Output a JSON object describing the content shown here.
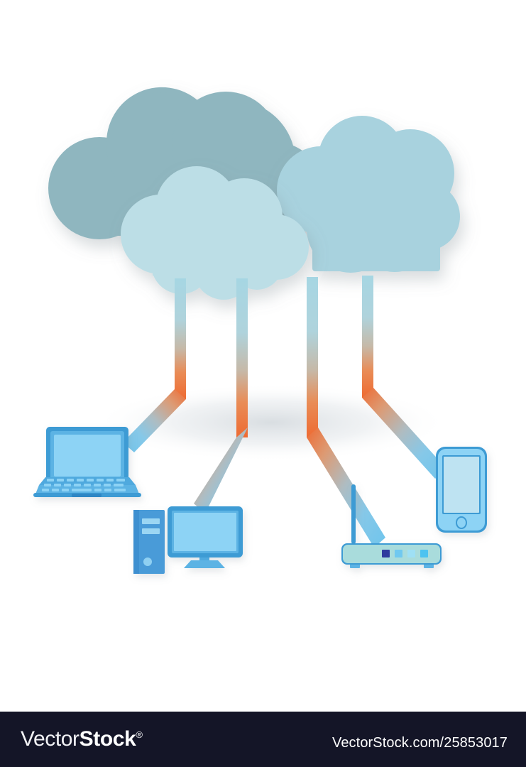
{
  "artwork": {
    "title": "Cloud computing network connection diagram",
    "background_color": "#ffffff",
    "clouds": [
      {
        "name": "back-cloud",
        "color": "#8FB6BF",
        "label": "cloud-back"
      },
      {
        "name": "right-cloud",
        "color": "#A8D2DE",
        "label": "cloud-right"
      },
      {
        "name": "front-cloud",
        "color": "#BCDEE6",
        "label": "cloud-front"
      }
    ],
    "cables": {
      "count": 4,
      "top_color": "#A8D5E2",
      "mid_color": "#E8734A",
      "bottom_color": "#7FCCEC",
      "description": "gradient ribbon connectors from clouds to devices"
    },
    "devices": [
      {
        "name": "laptop",
        "label": "Laptop",
        "frame_color": "#3E9BD4",
        "screen_color": "#8DD3F5",
        "body_color": "#5BB3E4"
      },
      {
        "name": "desktop-computer",
        "label": "Desktop computer",
        "tower_color": "#4A9BD8",
        "monitor_frame_color": "#3E9BD4",
        "screen_color": "#8DD3F5"
      },
      {
        "name": "router",
        "label": "Wireless router",
        "body_color": "#A9DCDC",
        "outline_color": "#3E9BD4",
        "antenna_color": "#3E9BD4",
        "leds": [
          "#2E3B9E",
          "#6FC9F0",
          "#9FE0F5",
          "#4EC3F0"
        ]
      },
      {
        "name": "smartphone",
        "label": "Smartphone",
        "frame_color": "#5BB3E4",
        "screen_color": "#BEE3F2",
        "outline_color": "#3E9BD4"
      }
    ]
  },
  "footer": {
    "logo_thin": "Vector",
    "logo_bold": "Stock",
    "logo_registered": "®",
    "url": "VectorStock.com/25853017",
    "background_color": "#141527"
  }
}
